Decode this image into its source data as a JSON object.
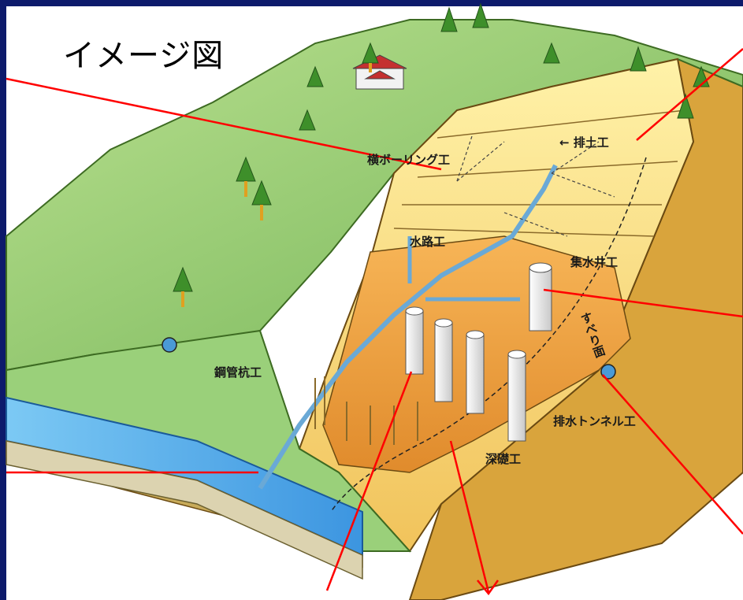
{
  "title": "イメージ図",
  "labels": {
    "horizontal_boring": "横ボーリング工",
    "soil_removal": "← 排土工",
    "waterway": "水路工",
    "catchment_well": "集水井工",
    "slip_surface": "すべり面",
    "steel_pipe_pile": "鋼管杭工",
    "drainage_tunnel": "排水トンネル工",
    "deep_foundation": "深礎工"
  },
  "colors": {
    "background": "#0d1a6b",
    "frame": "#ffffff",
    "pointer_lines": "#ff0000",
    "hillside": "#8ec96a",
    "cut_face": "#f0c15a",
    "soil_side": "#d9a63a",
    "water": "#5fb0e8"
  }
}
